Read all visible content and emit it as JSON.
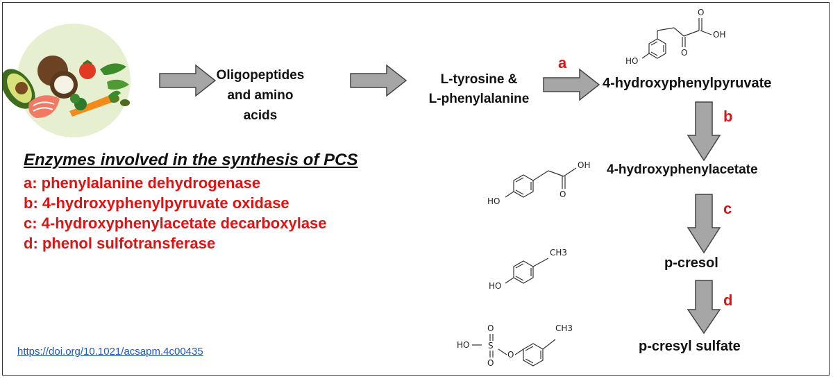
{
  "pathway": {
    "step1": "Oligopeptides and amino acids",
    "step1_lines": [
      "Oligopeptides",
      "and amino",
      "acids"
    ],
    "step2_lines": [
      "L-tyrosine &",
      "L-phenylalanine"
    ],
    "product_a": "4-hydroxyphenylpyruvate",
    "product_b": "4-hydroxyphenylacetate",
    "product_c": "p-cresol",
    "product_d": "p-cresyl sulfate"
  },
  "arrow_labels": {
    "a": "a",
    "b": "b",
    "c": "c",
    "d": "d"
  },
  "enzymes": {
    "title": "Enzymes involved in the synthesis of PCS",
    "items": [
      "a: phenylalanine dehydrogenase",
      "b: 4-hydroxyphenylpyruvate oxidase",
      "c: 4-hydroxyphenylacetate decarboxylase",
      "d: phenol sulfotransferase"
    ]
  },
  "structures": {
    "ho": "HO",
    "oh": "OH",
    "o": "O",
    "ch3": "CH3",
    "s": "S"
  },
  "doi_link": "https://doi.org/10.1021/acsapm.4c00435",
  "colors": {
    "accent_red": "#e31212",
    "arrow_fill": "#a6a6a6",
    "link_blue": "#1f57c8"
  }
}
